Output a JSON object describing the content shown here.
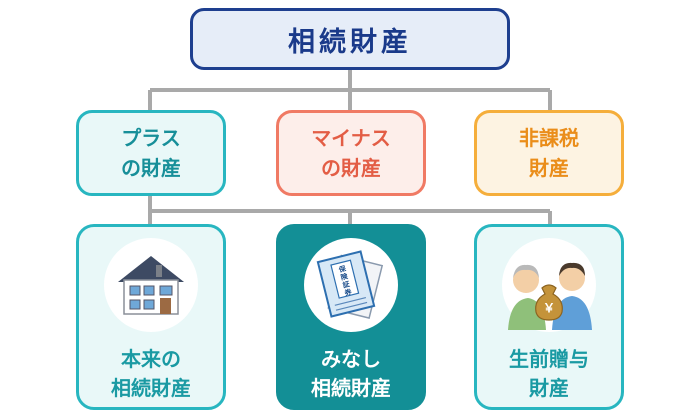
{
  "root": {
    "label": "相続財産"
  },
  "categories": [
    {
      "line1": "プラス",
      "line2": "の財産"
    },
    {
      "line1": "マイナス",
      "line2": "の財産"
    },
    {
      "line1": "非課税",
      "line2": "財産"
    }
  ],
  "cards": [
    {
      "line1": "本来の",
      "line2": "相続財産",
      "icon": "house-icon"
    },
    {
      "line1": "みなし",
      "line2": "相続財産",
      "icon": "insurance-document-icon"
    },
    {
      "line1": "生前贈与",
      "line2": "財産",
      "icon": "money-gift-people-icon"
    }
  ],
  "insurance_doc_text": "保険証券",
  "yen_symbol": "￥",
  "colors": {
    "navy": "#1e3f8f",
    "teal": "#28b6c0",
    "salmon": "#f07a64",
    "orange": "#f5ae3b",
    "dark_teal": "#138f96"
  }
}
